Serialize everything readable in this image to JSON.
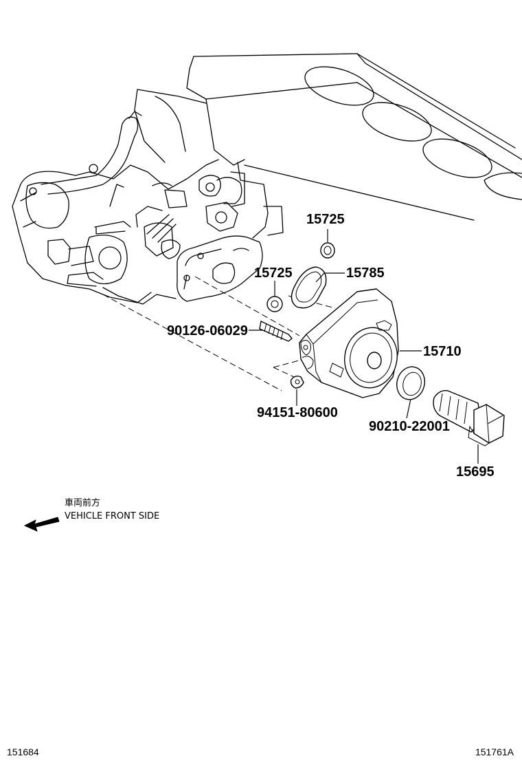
{
  "callouts": {
    "p15725_top": "15725",
    "p15725_left": "15725",
    "p15785": "15785",
    "p90126": "90126-06029",
    "p15710": "15710",
    "p94151": "94151-80600",
    "p90210": "90210-22001",
    "p15695": "15695"
  },
  "direction_note": {
    "japanese": "車両前方",
    "english": "VEHICLE FRONT SIDE"
  },
  "footer": {
    "left_code": "151684",
    "right_code": "151761A"
  }
}
